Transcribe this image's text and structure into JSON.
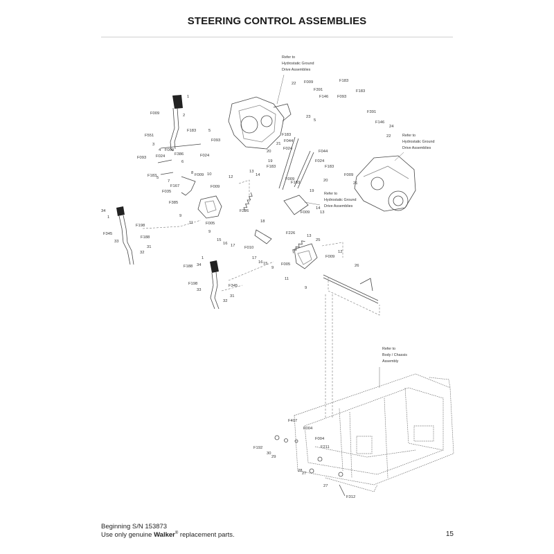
{
  "title": "STEERING CONTROL ASSEMBLIES",
  "refs": {
    "hydro_top": [
      "Refer to",
      "Hydrostatic Ground",
      "Drive Assemblies"
    ],
    "hydro_right": [
      "Refer to",
      "Hydrostatic Ground",
      "Drive Assemblies"
    ],
    "hydro_mid": [
      "Refer to",
      "Hydrostatic Ground",
      "Drive Assemblies"
    ],
    "chassis": [
      "Refer to",
      "Body / Chassis",
      "Assembly"
    ]
  },
  "callouts": [
    "1",
    "2",
    "F009",
    "F551",
    "3",
    "4",
    "F059",
    "F386",
    "F183",
    "5",
    "F093",
    "F024",
    "6",
    "F093",
    "F024",
    "5",
    "F183",
    "7",
    "8",
    "F009",
    "10",
    "F167",
    "F035",
    "F385",
    "9",
    "12",
    "13",
    "14",
    "F009",
    "F226",
    "34",
    "1",
    "F198",
    "F345",
    "F188",
    "33",
    "31",
    "32",
    "11",
    "F005",
    "9",
    "15",
    "16",
    "17",
    "18",
    "F010",
    "22",
    "F009",
    "F391",
    "F183",
    "F146",
    "F093",
    "F183",
    "23",
    "5",
    "F183",
    "F044",
    "F024",
    "21",
    "20",
    "19",
    "F183",
    "F391",
    "F146",
    "24",
    "22",
    "F044",
    "F024",
    "F183",
    "F009",
    "21",
    "20",
    "F183",
    "19",
    "F009",
    "F009",
    "14",
    "13",
    "F226",
    "13",
    "25",
    "12",
    "F009",
    "17",
    "16",
    "15",
    "9",
    "F005",
    "11",
    "9",
    "26",
    "1",
    "34",
    "F188",
    "F198",
    "F345",
    "33",
    "31",
    "32",
    "F407",
    "F004",
    "F004",
    "F211",
    "F192",
    "30",
    "29",
    "28",
    "27",
    "27",
    "F312"
  ],
  "footer": {
    "line1": "Beginning S/N 153873",
    "line2_prefix": "Use only genuine ",
    "brand": "Walker",
    "reg": "®",
    "line2_suffix": " replacement parts.",
    "page_number": "15"
  }
}
